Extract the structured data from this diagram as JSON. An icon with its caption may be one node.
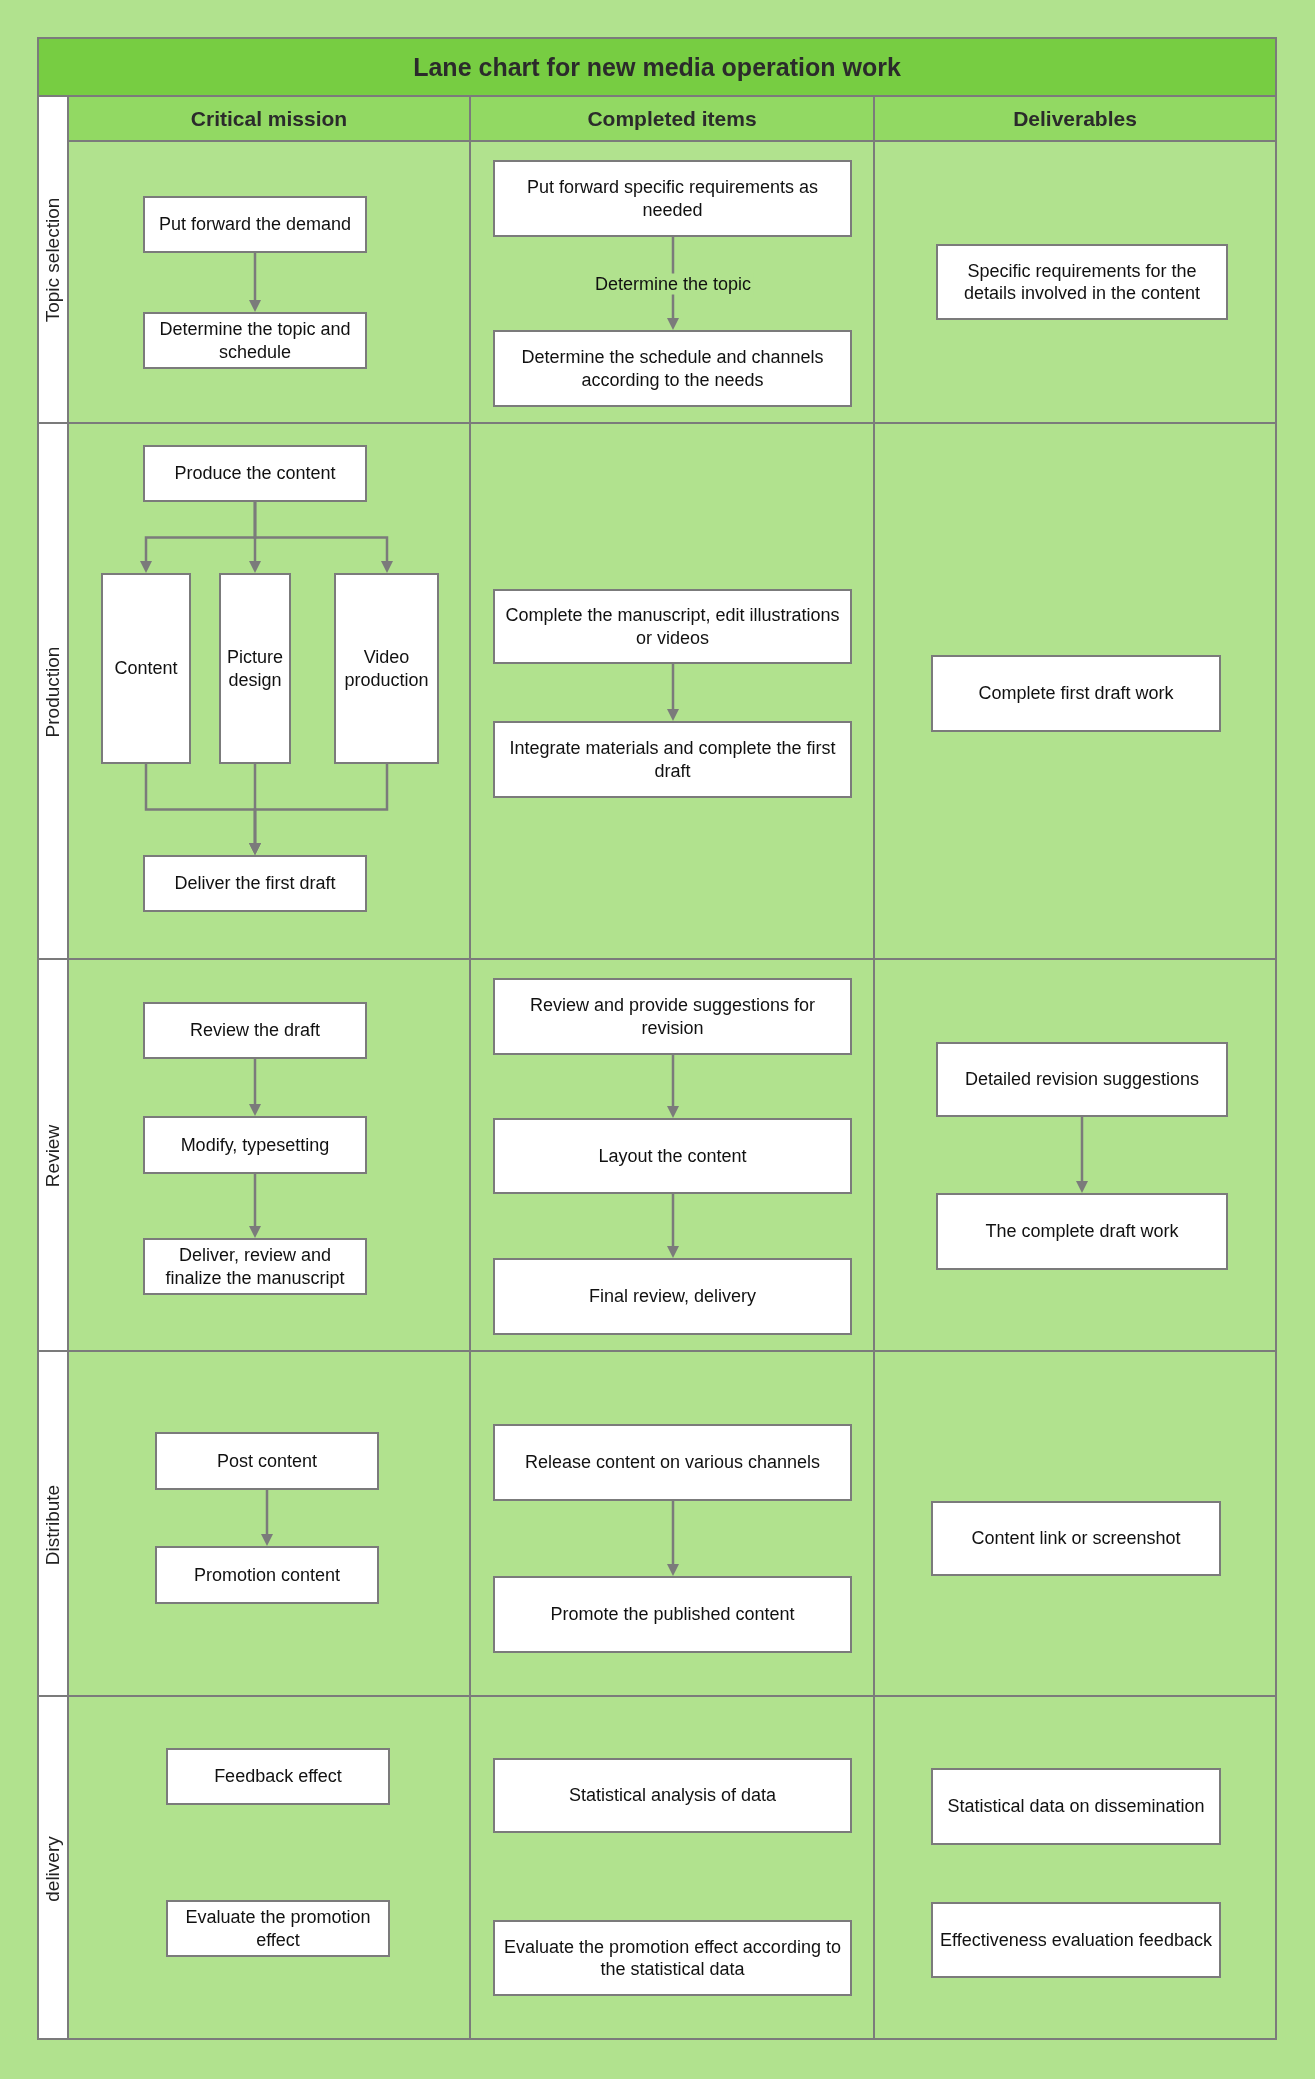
{
  "diagram": {
    "title": "Lane chart for new media operation work",
    "nodes": [
      {
        "text": [
          "Critical mission"
        ]
      },
      {
        "text": [
          "Completed items"
        ]
      },
      {
        "text": [
          "Deliverables"
        ]
      },
      {
        "text": [
          "Topic selection"
        ]
      },
      {
        "text": [
          "Put forward the demand"
        ],
        "in": 3
      },
      {
        "text": [
          "Determine the topic and schedule"
        ],
        "in": 3
      },
      {
        "text": [
          "Put forward specific requirements as needed"
        ],
        "in": 3
      },
      {
        "text": [
          "Determine the schedule and channels according to the needs"
        ],
        "in": 3
      },
      {
        "text": [
          "Specific requirements for the details involved in the content"
        ],
        "in": 3
      },
      {
        "text": [
          "Production"
        ]
      },
      {
        "text": [
          "Produce the content"
        ],
        "in": 9
      },
      {
        "text": [
          "Content"
        ],
        "in": 9
      },
      {
        "text": [
          "Picture design"
        ],
        "in": 9
      },
      {
        "text": [
          "Video production"
        ],
        "in": 9
      },
      {
        "text": [
          "Deliver the first draft"
        ],
        "in": 9
      },
      {
        "text": [
          "Complete the manuscript, edit illustrations or videos"
        ],
        "in": 9
      },
      {
        "text": [
          "Integrate materials and complete the first draft"
        ],
        "in": 9
      },
      {
        "text": [
          "Complete first draft work"
        ],
        "in": 9
      },
      {
        "text": [
          "Review"
        ]
      },
      {
        "text": [
          "Review the draft"
        ],
        "in": 18
      },
      {
        "text": [
          "Modify, typesetting"
        ],
        "in": 18
      },
      {
        "text": [
          "Deliver, review and finalize the manuscript"
        ],
        "in": 18
      },
      {
        "text": [
          "Review and provide suggestions for revision"
        ],
        "in": 18
      },
      {
        "text": [
          "Layout the content"
        ],
        "in": 18
      },
      {
        "text": [
          "Final review, delivery"
        ],
        "in": 18
      },
      {
        "text": [
          "Detailed revision suggestions"
        ],
        "in": 18
      },
      {
        "text": [
          "The complete draft work"
        ],
        "in": 18
      },
      {
        "text": [
          "Distribute"
        ]
      },
      {
        "text": [
          "Post content"
        ],
        "in": 27
      },
      {
        "text": [
          "Promotion content"
        ],
        "in": 27
      },
      {
        "text": [
          "Release content on various channels"
        ],
        "in": 27
      },
      {
        "text": [
          "Promote the published content"
        ],
        "in": 27
      },
      {
        "text": [
          "Content link or screenshot"
        ],
        "in": 27
      },
      {
        "text": [
          "delivery"
        ]
      },
      {
        "text": [
          "Feedback effect"
        ],
        "in": 33
      },
      {
        "text": [
          "Evaluate the promotion effect"
        ],
        "in": 33
      },
      {
        "text": [
          "Statistical analysis of data"
        ],
        "in": 33
      },
      {
        "text": [
          "Evaluate the promotion effect according to the statistical data"
        ],
        "in": 33
      },
      {
        "text": [
          "Statistical data on dissemination"
        ],
        "in": 33
      },
      {
        "text": [
          "Effectiveness evaluation feedback"
        ],
        "in": 33
      }
    ],
    "edges": [
      {
        "from": 4,
        "to": 5,
        "arrow": "to"
      },
      {
        "from": 6,
        "to": 7,
        "arrow": "to",
        "label": "Determine the topic"
      },
      {
        "from": 10,
        "to": 11,
        "arrow": "to"
      },
      {
        "from": 10,
        "to": 12,
        "arrow": "to"
      },
      {
        "from": 10,
        "to": 13,
        "arrow": "to"
      },
      {
        "from": 11,
        "to": 14,
        "arrow": "to"
      },
      {
        "from": 12,
        "to": 14,
        "arrow": "to"
      },
      {
        "from": 13,
        "to": 14,
        "arrow": "to"
      },
      {
        "from": 15,
        "to": 16,
        "arrow": "to"
      },
      {
        "from": 19,
        "to": 20,
        "arrow": "to"
      },
      {
        "from": 20,
        "to": 21,
        "arrow": "to"
      },
      {
        "from": 22,
        "to": 23,
        "arrow": "to"
      },
      {
        "from": 23,
        "to": 24,
        "arrow": "to"
      },
      {
        "from": 25,
        "to": 26,
        "arrow": "to"
      },
      {
        "from": 28,
        "to": 29,
        "arrow": "to"
      },
      {
        "from": 30,
        "to": 31,
        "arrow": "to"
      }
    ]
  }
}
